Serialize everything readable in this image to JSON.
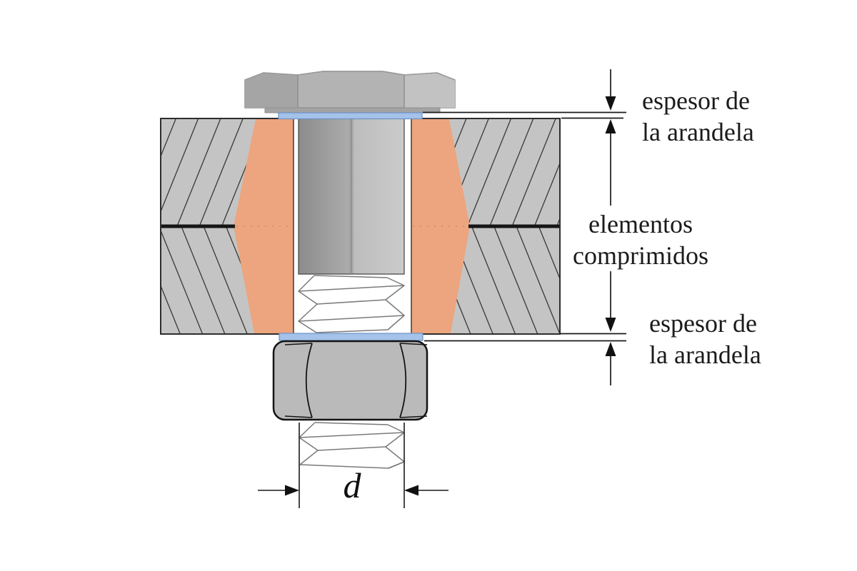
{
  "diagram": {
    "type": "bolted-joint-cross-section",
    "labels": {
      "top_washer": {
        "line1": "espesor de",
        "line2": "la arandela"
      },
      "members": {
        "line1": "elementos",
        "line2": "comprimidos"
      },
      "bottom_washer": {
        "line1": "espesor de",
        "line2": "la arandela"
      },
      "diameter_symbol": "d"
    },
    "colors": {
      "plate_gray": "#c4c4c4",
      "hatch_line": "#2b2b2b",
      "pressure_cone_orange": "#eca57e",
      "washer_blue": "#a4c2ea",
      "bolt_head_gray": "#b3b3b3",
      "nut_gray": "#bababa",
      "dimension_line": "#1a1a1a"
    }
  }
}
